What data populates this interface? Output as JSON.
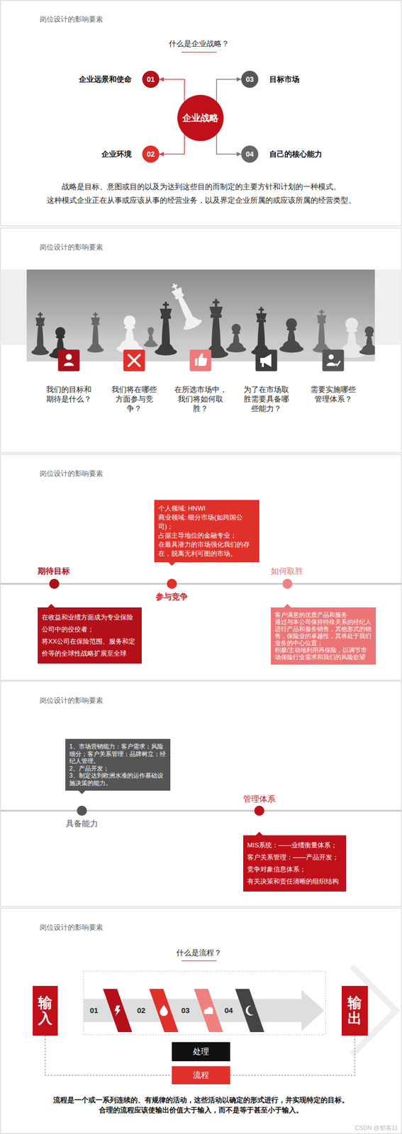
{
  "diagram": {
    "nodes": [
      {
        "text": [
          "企业战略"
        ]
      },
      {
        "text": [
          "01"
        ]
      },
      {
        "text": [
          "02"
        ]
      },
      {
        "text": [
          "03"
        ]
      },
      {
        "text": [
          "04"
        ]
      },
      {
        "text": [
          "在收益和业绩方面成为专业保险公司中的佼佼者；",
          "将XX公司在保险范围、服务和定价等的全球性战略扩展至全球"
        ]
      },
      {
        "text": [
          "个人领域: HNWI",
          "商业领域: 细分市场(如跨国公司)；",
          "占据主导地位的金融专业；",
          "在最具潜力的市场强化我们的存在，脱离无利可图的市场。"
        ]
      },
      {
        "text": [
          "客户满意的优质产品和服务",
          "通过与本公司保持特殊关系的经纪人进行产品和服务销售，其他形式的销售，保险业的卓越性，其将处于我们业务的中心位置；",
          "积极/主动地利用再保险，以调节市场保险行业需求和我们的风险欲望"
        ]
      },
      {
        "text": [
          "1、市场营销能力：客户需求；风险细分；客户关系管理；品牌树立；经纪人管理。",
          "2、产品开发；",
          "3、制定达到欧洲水准的运作基础设施决策的能力。"
        ]
      },
      {
        "text": [
          "MIS系统：——业绩衡量体系；",
          "客户关系管理：——产品开发；",
          "竞争对象信息体系；",
          "有关决策和责任清晰的组织结构"
        ]
      },
      {
        "text": [
          "输入"
        ]
      },
      {
        "text": [
          "输出"
        ]
      },
      {
        "text": [
          "处理"
        ]
      },
      {
        "text": [
          "流程"
        ]
      }
    ],
    "edges": [
      {
        "from": 0,
        "to": 1,
        "arrow": "to"
      },
      {
        "from": 0,
        "to": 2,
        "arrow": "to"
      },
      {
        "from": 0,
        "to": 3,
        "arrow": "to"
      },
      {
        "from": 0,
        "to": 4,
        "arrow": "to"
      },
      {
        "from": 10,
        "to": 13,
        "arrow": "none"
      },
      {
        "from": 13,
        "to": 11,
        "arrow": "none"
      }
    ],
    "labels": [
      "岗位设计的影响要素",
      "什么是企业战略？",
      "企业远景和使命",
      "企业环境",
      "目标市场",
      "自己的核心能力",
      "战略是目标、意图或目的以及为达到这些目的而制定的主要方针和计划的一种模式。",
      "这种模式企业正在从事或应该从事的经营业务，以及界定企业所属的或应该所属的经营类型。",
      "岗位设计的影响要素",
      "我们的目标和期待是什么？",
      "我们将在哪些方面参与竞争？",
      "在所选市场中，我们将如何取胜？",
      "为了在市场取胜需要具备哪些能力？",
      "需要实施哪些管理体系？",
      "岗位设计的影响要素",
      "期待目标",
      "参与竞争",
      "如何取胜",
      "岗位设计的影响要素",
      "具备能力",
      "管理体系",
      "岗位设计的影响要素",
      "什么是流程？",
      "01",
      "02",
      "03",
      "04",
      "流程是一个或一系列连续的、有规律的活动，这些活动以确定的形式进行，并实现特定的目标。",
      "合理的流程应该使输出价值大于输入，而不是等于甚至小于输入。",
      "CSDN @郁客11"
    ]
  }
}
